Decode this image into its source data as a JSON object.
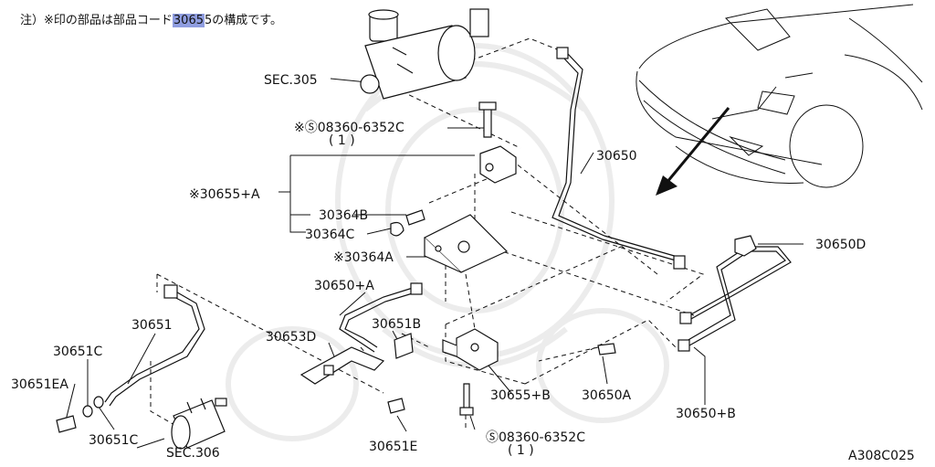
{
  "note": {
    "prefix": "注）※印の部品は部品コード",
    "highlight": "3065",
    "suffix": "5の構成です。"
  },
  "labels": {
    "sec305": "SEC.305",
    "bolt_top": "※Ⓢ08360-6352C",
    "bolt_top_qty": "( 1 )",
    "p30650": "30650",
    "p30655A": "※30655+A",
    "p30364B": "30364B",
    "p30364C": "30364C",
    "p30364A": "※30364A",
    "p30650D": "30650D",
    "p30650A_hose": "30650+A",
    "p30651": "30651",
    "p30651B": "30651B",
    "p30653D": "30653D",
    "p30651C_top": "30651C",
    "p30651EA": "30651EA",
    "p30651C_bot": "30651C",
    "sec306": "SEC.306",
    "p30655B": "30655+B",
    "p30650A_bolt": "30650A",
    "p30650B": "30650+B",
    "p30651E": "30651E",
    "bolt_bot": "Ⓢ08360-6352C",
    "bolt_bot_qty": "( 1 )",
    "figure_code": "A308C025"
  }
}
